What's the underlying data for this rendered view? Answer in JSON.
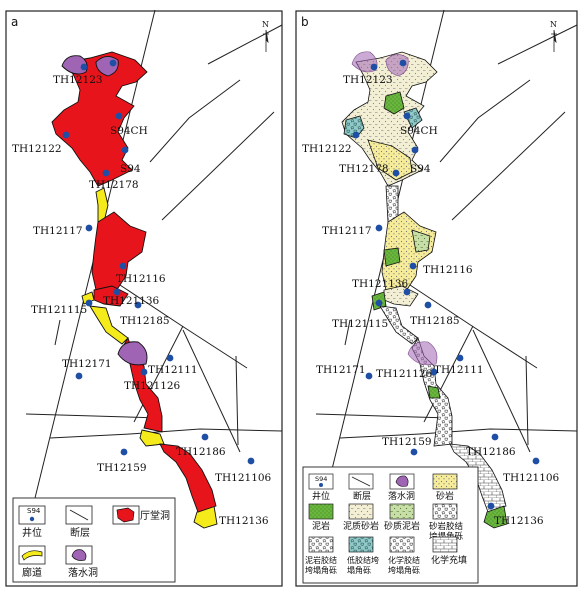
{
  "panels": [
    {
      "id": "a",
      "label": "a",
      "north": "N",
      "wells": [
        "TH12123",
        "S94CH",
        "TH12122",
        "S94",
        "TH12178",
        "TH12117",
        "TH12116",
        "TH121136",
        "TH121115",
        "TH12185",
        "TH12171",
        "TH12111",
        "TH121126",
        "TH12159",
        "TH12186",
        "TH121106",
        "TH12136"
      ],
      "legend": {
        "well_marker": "S94",
        "items": [
          {
            "key": "well",
            "label": "井位"
          },
          {
            "key": "fault",
            "label": "断层"
          },
          {
            "key": "hall",
            "label": "厅堂洞"
          },
          {
            "key": "passage",
            "label": "廊道"
          },
          {
            "key": "sinkhole",
            "label": "落水洞"
          }
        ]
      }
    },
    {
      "id": "b",
      "label": "b",
      "north": "N",
      "wells": [
        "TH12123",
        "S94CH",
        "TH12122",
        "S94",
        "TH12178",
        "TH12117",
        "TH12116",
        "TH121136",
        "TH121115",
        "TH12185",
        "TH12171",
        "TH121126",
        "TH12111",
        "TH12159",
        "TH12186",
        "TH121106",
        "TH12136"
      ],
      "legend": {
        "well_marker": "S94",
        "items": [
          {
            "key": "well",
            "label": "井位"
          },
          {
            "key": "fault",
            "label": "断层"
          },
          {
            "key": "sinkhole",
            "label": "落水洞"
          },
          {
            "key": "sandstone",
            "label": "砂岩"
          },
          {
            "key": "mudstone",
            "label": "泥岩"
          },
          {
            "key": "muddy_sandstone",
            "label": "泥质砂岩"
          },
          {
            "key": "sandy_mudstone",
            "label": "砂质泥岩"
          },
          {
            "key": "sand_breccia",
            "label": "砂岩胶结垮塌角砾"
          },
          {
            "key": "mud_breccia",
            "label": "泥岩胶结垮塌角砾"
          },
          {
            "key": "low_breccia",
            "label": "低胶结垮塌角砾"
          },
          {
            "key": "chem_breccia",
            "label": "化学胶结垮塌角砾"
          },
          {
            "key": "chem_fill",
            "label": "化学充填"
          }
        ]
      }
    }
  ],
  "colors": {
    "hall": "#e8141b",
    "passage": "#f5ea1a",
    "sinkhole": "#a064b4",
    "well": "#1f4fa5",
    "sandstone": "#f6ec9a",
    "mudstone": "#6ab73e",
    "muddy_sandstone": "#f3efd4",
    "sandy_mudstone": "#c7dfa7",
    "breccia": "#8fc9c8",
    "chem": "#ffffff"
  }
}
